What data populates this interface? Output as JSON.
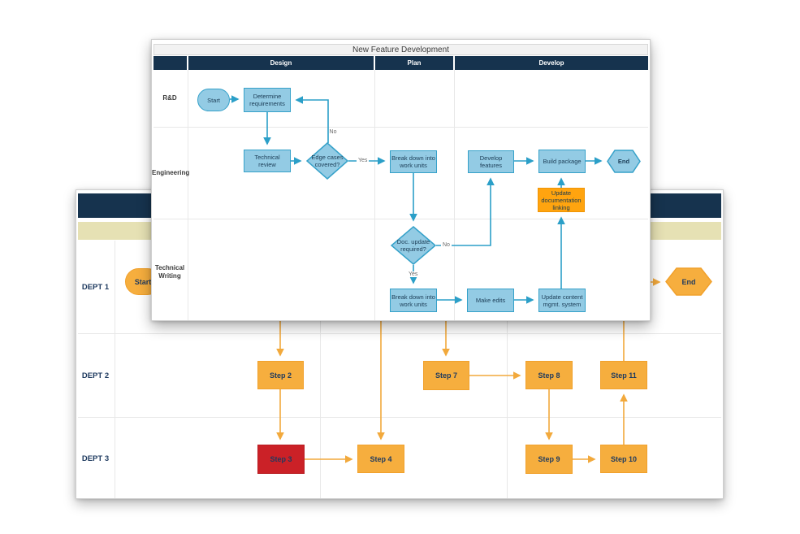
{
  "colors": {
    "navy": "#16334E",
    "tan_band": "#E6E1B4",
    "blue_fill": "#93CBE4",
    "blue_stroke": "#35A1C9",
    "teal_arrow": "#2B9FC8",
    "orange_fill": "#F6AE3E",
    "orange_stroke": "#F1A12C",
    "orange_vivid": "#FFA40F",
    "orange_arrow": "#F2A93C",
    "red_fill": "#CB2127",
    "dark_text": "#1E3A5F"
  },
  "foreground": {
    "title": "New Feature Development",
    "columns": [
      {
        "label": "Design"
      },
      {
        "label": "Plan"
      },
      {
        "label": "Develop"
      }
    ],
    "lanes": [
      {
        "label": "R&D"
      },
      {
        "label": "Engineering"
      },
      {
        "label": "Technical Writing"
      }
    ],
    "nodes": {
      "start": "Start",
      "determine_requirements": "Determine requirements",
      "technical_review": "Technical review",
      "edge_cases": "Edge cases covered?",
      "break_down_eng": "Break down into work units",
      "develop_features": "Develop features",
      "build_package": "Build package",
      "end": "End",
      "update_doc_linking": "Update documentation linking",
      "doc_update": "Doc. update required?",
      "break_down_tw": "Break down into work units",
      "make_edits": "Make edits",
      "update_cms": "Update content mgmt. system"
    },
    "edge_labels": {
      "no_edge_cases": "No",
      "yes_edge_cases": "Yes",
      "no_doc_update": "No",
      "yes_doc_update": "Yes"
    }
  },
  "background": {
    "lanes": [
      {
        "label": "DEPT 1"
      },
      {
        "label": "DEPT 2"
      },
      {
        "label": "DEPT 3"
      }
    ],
    "nodes": {
      "start": "Start",
      "end": "End",
      "step2": "Step 2",
      "step3": "Step 3",
      "step4": "Step 4",
      "step7": "Step 7",
      "step8": "Step 8",
      "step9": "Step 9",
      "step10": "Step 10",
      "step11": "Step 11"
    }
  }
}
